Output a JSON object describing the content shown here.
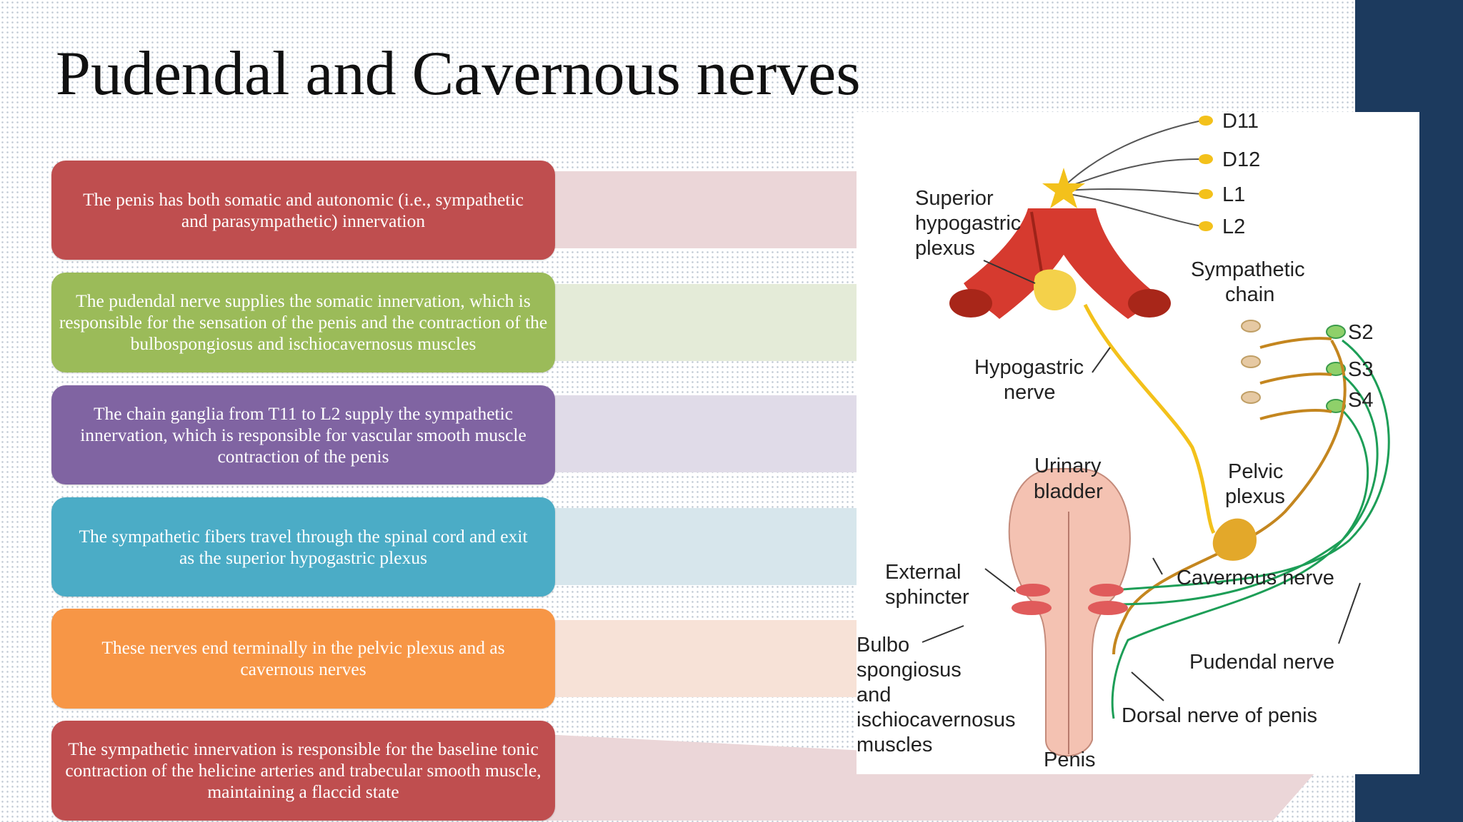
{
  "slide": {
    "title": "Pudendal and Cavernous nerves",
    "colors": {
      "navy_band": "#1c3a5e",
      "red": "#bf4e4f",
      "green": "#9bbb59",
      "purple": "#8064a2",
      "teal": "#4bacc6",
      "orange": "#f79646"
    },
    "boxes": [
      {
        "text": "The penis has both somatic and autonomic (i.e., sympathetic and parasympathetic) innervation",
        "color": "#bf4e4f"
      },
      {
        "text": "The pudendal nerve supplies the somatic innervation, which is responsible for the sensation of the penis and the contraction of the bulbospongiosus and ischiocavernosus muscles",
        "color": "#9bbb59"
      },
      {
        "text": "The chain ganglia from T11 to L2 supply the sympathetic innervation, which is responsible for vascular smooth muscle contraction of the penis",
        "color": "#8064a2"
      },
      {
        "text": "The sympathetic fibers travel through the spinal cord and exit as the superior hypogastric plexus",
        "color": "#4bacc6"
      },
      {
        "text": "These nerves end terminally in the pelvic plexus and as cavernous nerves",
        "color": "#f79646"
      },
      {
        "text": "The sympathetic innervation is responsible for the baseline tonic contraction of the helicine arteries and trabecular smooth muscle, maintaining a flaccid state",
        "color": "#bf4e4f"
      }
    ]
  },
  "figure": {
    "labels": {
      "d11": "D11",
      "d12": "D12",
      "l1": "L1",
      "l2": "L2",
      "superior_1": "Superior",
      "superior_2": "hypogastric",
      "superior_3": "plexus",
      "sympathetic_1": "Sympathetic",
      "sympathetic_2": "chain",
      "s2": "S2",
      "s3": "S3",
      "s4": "S4",
      "hypogastric_1": "Hypogastric",
      "hypogastric_2": "nerve",
      "urinary_1": "Urinary",
      "urinary_2": "bladder",
      "pelvic_1": "Pelvic",
      "pelvic_2": "plexus",
      "external_1": "External",
      "external_2": "sphincter",
      "cavernous": "Cavernous nerve",
      "bulbo_1": "Bulbo",
      "bulbo_2": "spongiosus",
      "bulbo_3": "and",
      "bulbo_4": "ischiocavernosus",
      "bulbo_5": "muscles",
      "pudendal": "Pudendal nerve",
      "dorsal": "Dorsal nerve of penis",
      "penis": "Penis"
    }
  }
}
